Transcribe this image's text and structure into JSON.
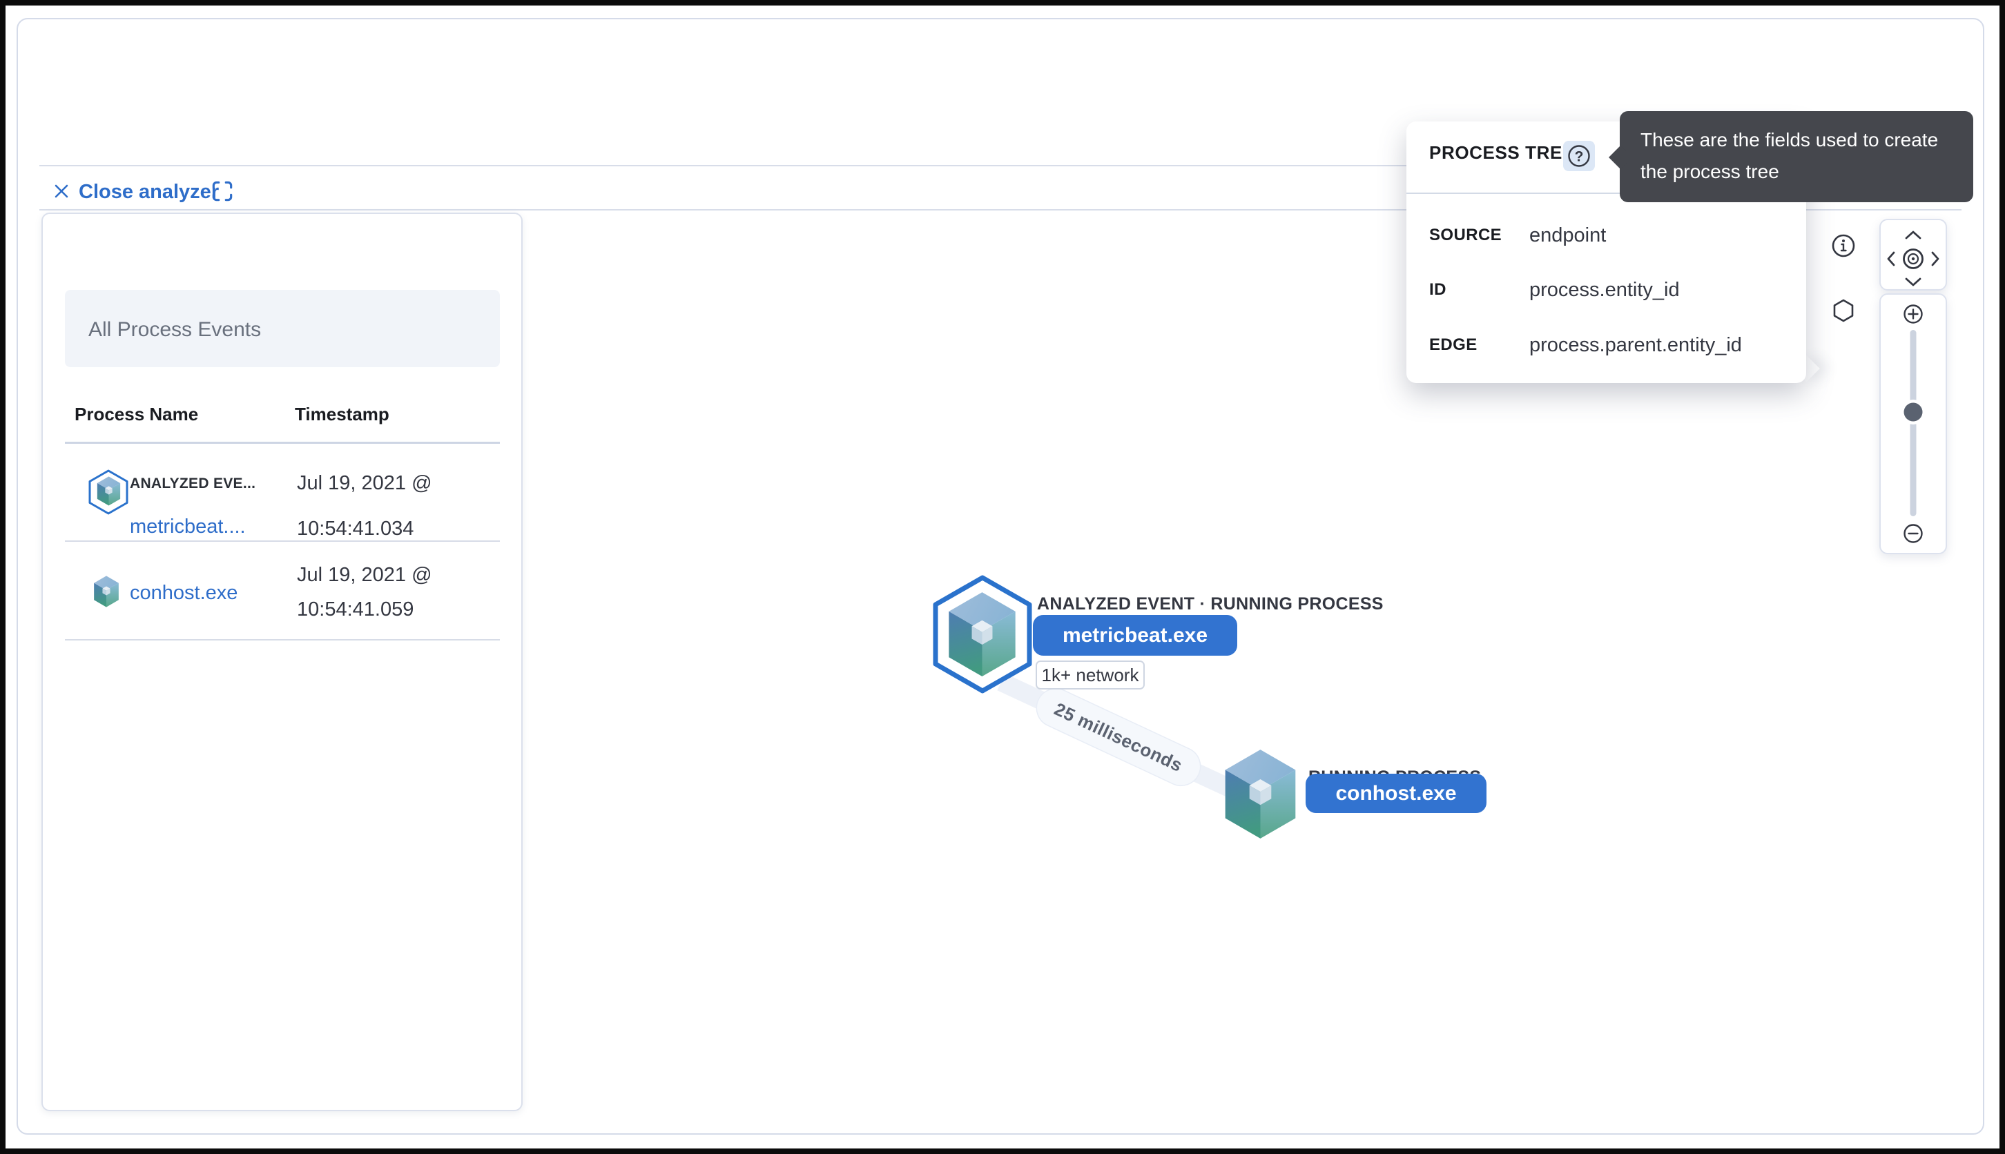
{
  "analyzer_bar": {
    "close_label": "Close analyzer"
  },
  "events_panel": {
    "title": "All Process Events",
    "columns": {
      "name": "Process Name",
      "timestamp": "Timestamp"
    },
    "rows": [
      {
        "tag": "ANALYZED EVE...",
        "name": "metricbeat....",
        "ts1": "Jul 19, 2021 @",
        "ts2": "10:54:41.034"
      },
      {
        "name": "conhost.exe",
        "ts1": "Jul 19, 2021 @",
        "ts2": "10:54:41.059"
      }
    ]
  },
  "graph": {
    "edge": {
      "label": "25 milliseconds"
    },
    "nodes": [
      {
        "category": "ANALYZED EVENT · RUNNING PROCESS",
        "name": "metricbeat.exe",
        "badge": "1k+ network"
      },
      {
        "category": "RUNNING PROCESS",
        "name": "conhost.exe"
      }
    ]
  },
  "popover": {
    "title": "PROCESS TREE",
    "rows": [
      {
        "label": "SOURCE",
        "value": "endpoint"
      },
      {
        "label": "ID",
        "value": "process.entity_id"
      },
      {
        "label": "EDGE",
        "value": "process.parent.entity_id"
      }
    ]
  },
  "tooltip": {
    "line1": "These are the fields used to create",
    "line2": "the process tree"
  },
  "colors": {
    "primary_blue": "#2e6dc9",
    "node_button_blue": "#3273d0",
    "hexagon_stroke": "#2a72cc",
    "panel_border": "#d5dbe9",
    "tooltip_bg": "#45474d",
    "text_dark": "#343741",
    "muted_gray": "#69707d"
  }
}
